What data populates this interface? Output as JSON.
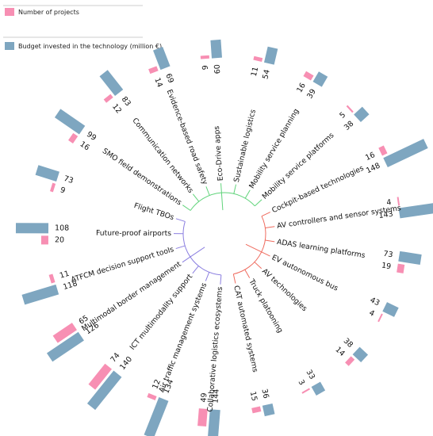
{
  "chart_data": {
    "type": "bar",
    "legend": [
      {
        "name": "Number of projects",
        "color": "#f78fb3"
      },
      {
        "name": "Budget invested in the technology (million €)",
        "color": "#7ea6c0"
      }
    ],
    "branch_colors": {
      "green": "#5fd37a",
      "red": "#ef6b5e",
      "blue": "#8b7fe0"
    },
    "categories": [
      {
        "name": "Eco-Drive apps",
        "group": "green",
        "projects": 9,
        "budget": 60
      },
      {
        "name": "Sustainable logistics",
        "group": "green",
        "projects": 11,
        "budget": 54
      },
      {
        "name": "Mobility service planning",
        "group": "green",
        "projects": 16,
        "budget": 39
      },
      {
        "name": "Mobility service platforms",
        "group": "green",
        "projects": 5,
        "budget": 38
      },
      {
        "name": "Cockpit-based technologies",
        "group": "red",
        "projects": 16,
        "budget": 148
      },
      {
        "name": "AV controllers and sensor systems",
        "group": "red",
        "projects": 4,
        "budget": 143
      },
      {
        "name": "ADAS learning platforms",
        "group": "red",
        "projects": 19,
        "budget": 73
      },
      {
        "name": "EV autonomous bus",
        "group": "red",
        "projects": 4,
        "budget": 43
      },
      {
        "name": "AV technologies",
        "group": "red",
        "projects": 14,
        "budget": 38
      },
      {
        "name": "Truck platooning",
        "group": "red",
        "projects": 3,
        "budget": 33
      },
      {
        "name": "CAT automated systems",
        "group": "red",
        "projects": 15,
        "budget": 36
      },
      {
        "name": "Collaborative logistics ecosystems",
        "group": "blue",
        "projects": 49,
        "budget": 144
      },
      {
        "name": "Air traffic management systems",
        "group": "blue",
        "projects": 12,
        "budget": 134
      },
      {
        "name": "ICT multimodality support",
        "group": "blue",
        "projects": 74,
        "budget": 140
      },
      {
        "name": "Multimodal border management",
        "group": "blue",
        "projects": 65,
        "budget": 126
      },
      {
        "name": "ATFCM decision support tools",
        "group": "blue",
        "projects": 11,
        "budget": 118
      },
      {
        "name": "Future-proof airports",
        "group": "blue",
        "projects": 20,
        "budget": 108
      },
      {
        "name": "Flight TBOs",
        "group": "blue",
        "projects": 9,
        "budget": 73
      },
      {
        "name": "SMO field demonstrations",
        "group": "green",
        "projects": 16,
        "budget": 99
      },
      {
        "name": "Communication networks",
        "group": "green",
        "projects": 12,
        "budget": 83
      },
      {
        "name": "Evidence-based road safety",
        "group": "green",
        "projects": 14,
        "budget": 69
      }
    ]
  }
}
